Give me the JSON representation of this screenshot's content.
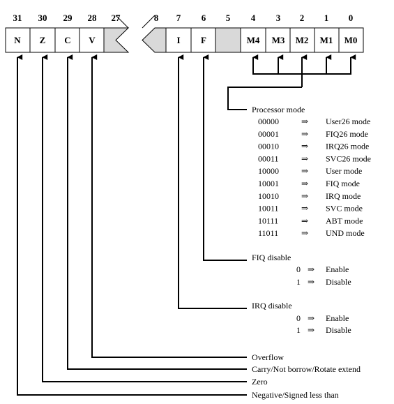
{
  "bit_numbers": [
    "31",
    "30",
    "29",
    "28",
    "27",
    "8",
    "7",
    "6",
    "5",
    "4",
    "3",
    "2",
    "1",
    "0"
  ],
  "register_fields": {
    "n": "N",
    "z": "Z",
    "c": "C",
    "v": "V",
    "i": "I",
    "f": "F",
    "m4": "M4",
    "m3": "M3",
    "m2": "M2",
    "m1": "M1",
    "m0": "M0"
  },
  "arrow_symbol": "⇒",
  "processor_mode": {
    "title": "Processor mode",
    "modes": [
      {
        "code": "00000",
        "name": "User26 mode"
      },
      {
        "code": "00001",
        "name": "FIQ26 mode"
      },
      {
        "code": "00010",
        "name": "IRQ26 mode"
      },
      {
        "code": "00011",
        "name": "SVC26 mode"
      },
      {
        "code": "10000",
        "name": "User mode"
      },
      {
        "code": "10001",
        "name": "FIQ mode"
      },
      {
        "code": "10010",
        "name": "IRQ mode"
      },
      {
        "code": "10011",
        "name": "SVC mode"
      },
      {
        "code": "10111",
        "name": "ABT mode"
      },
      {
        "code": "11011",
        "name": "UND mode"
      }
    ]
  },
  "fiq_disable": {
    "title": "FIQ disable",
    "options": [
      {
        "value": "0",
        "meaning": "Enable"
      },
      {
        "value": "1",
        "meaning": "Disable"
      }
    ]
  },
  "irq_disable": {
    "title": "IRQ disable",
    "options": [
      {
        "value": "0",
        "meaning": "Enable"
      },
      {
        "value": "1",
        "meaning": "Disable"
      }
    ]
  },
  "flag_descriptions": {
    "overflow": "Overflow",
    "carry": "Carry/Not borrow/Rotate extend",
    "zero": "Zero",
    "negative": "Negative/Signed less than"
  }
}
